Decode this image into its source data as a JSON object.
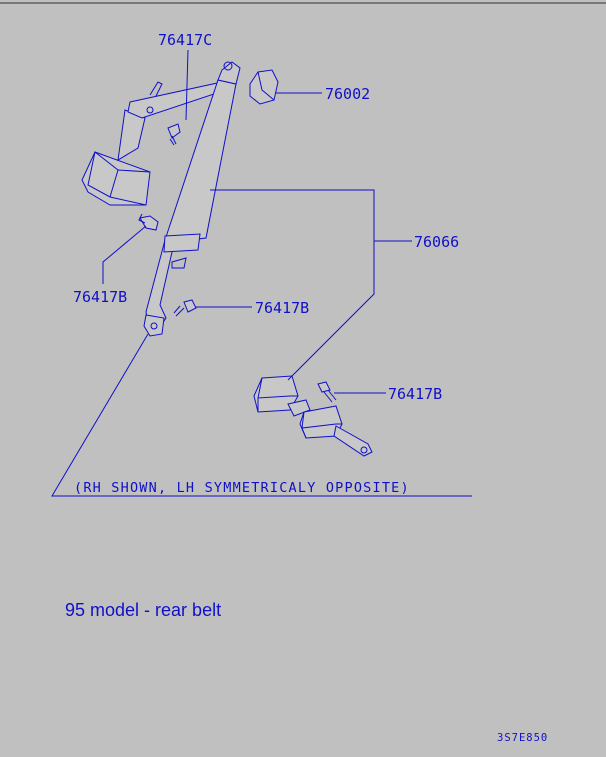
{
  "callouts": {
    "c1": "76417C",
    "c2": "76002",
    "c3": "76066",
    "c4": "76417B",
    "c5": "76417B",
    "c6": "76417B"
  },
  "note": "(RH SHOWN, LH SYMMETRICALY OPPOSITE)",
  "caption": "95 model - rear belt",
  "drawing_code": "3S7E850",
  "colors": {
    "background": "#c0c0c0",
    "ink": "#1010c8"
  }
}
